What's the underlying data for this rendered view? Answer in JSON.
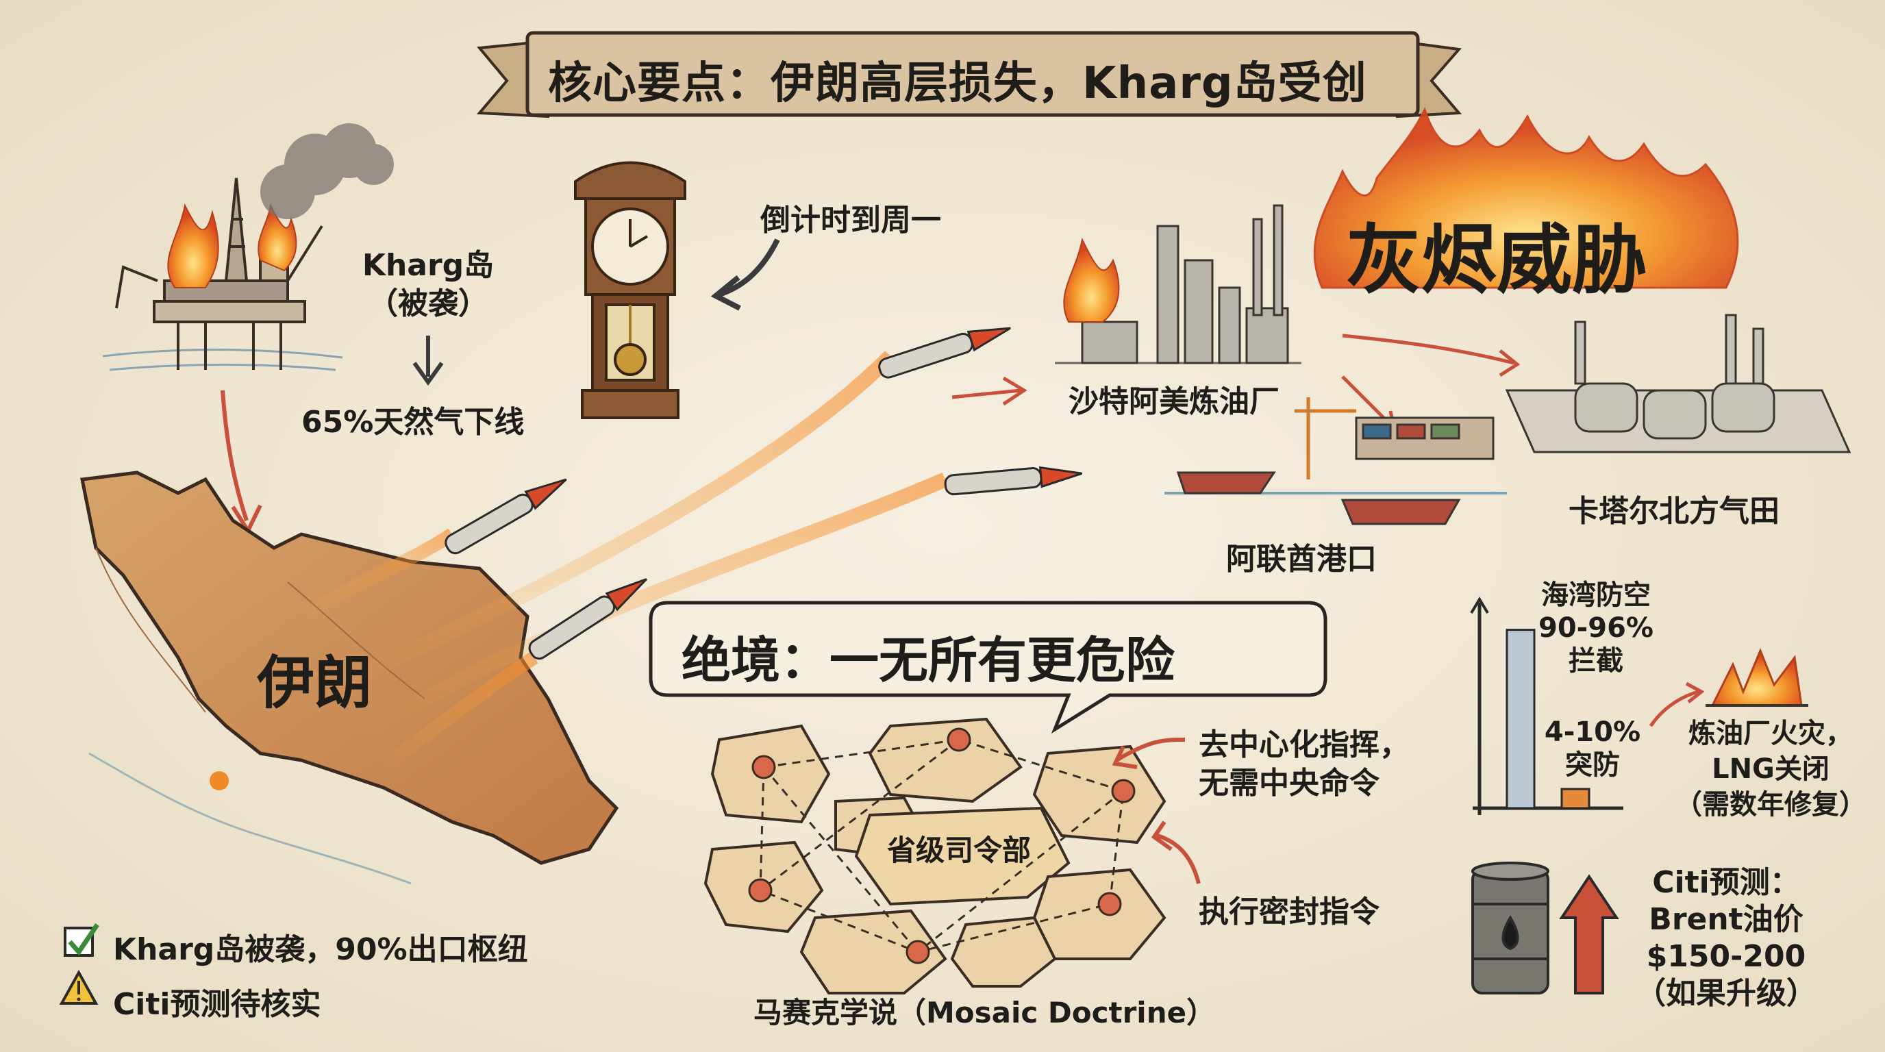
{
  "banner": {
    "title": "核心要点：伊朗高层损失，Kharg岛受创"
  },
  "headline": {
    "text": "灰烬威胁"
  },
  "kharg": {
    "line1": "Kharg岛",
    "line2": "（被袭）",
    "gas_offline": "65%天然气下线"
  },
  "countdown": {
    "label": "倒计时到周一"
  },
  "iran": {
    "label": "伊朗"
  },
  "targets": {
    "saudi": "沙特阿美炼油厂",
    "uae": "阿联酋港口",
    "qatar": "卡塔尔北方气田"
  },
  "despair": {
    "text": "绝境：一无所有更危险"
  },
  "mosaic": {
    "center_label": "省级司令部",
    "caption": "马赛克学说（Mosaic Doctrine）",
    "note1_line1": "去中心化指挥，",
    "note1_line2": "无需中央命令",
    "note2": "执行密封指令"
  },
  "air_defense": {
    "bar1_line1": "海湾防空",
    "bar1_line2": "90-96%",
    "bar1_line3": "拦截",
    "bar2_line1": "4-10%",
    "bar2_line2": "突防",
    "values": [
      93,
      7
    ],
    "effect_line1": "炼油厂火灾，",
    "effect_line2": "LNG关闭",
    "effect_line3": "（需数年修复）"
  },
  "citi": {
    "line1": "Citi预测：",
    "line2": "Brent油价",
    "line3": "$150-200",
    "line4": "（如果升级）"
  },
  "status": {
    "check_text": "Kharg岛被袭，90%出口枢纽",
    "warn_text": "Citi预测待核实"
  },
  "colors": {
    "parchment": "#f3ead9",
    "accent_red": "#c9513a",
    "flame_orange": "#f08a28",
    "bar_blue": "#b9c8d3",
    "bar_orange": "#e58a3a",
    "banner": "#d9c3a0",
    "check_green": "#3b8a3a",
    "warn_yellow": "#f2c23a"
  }
}
